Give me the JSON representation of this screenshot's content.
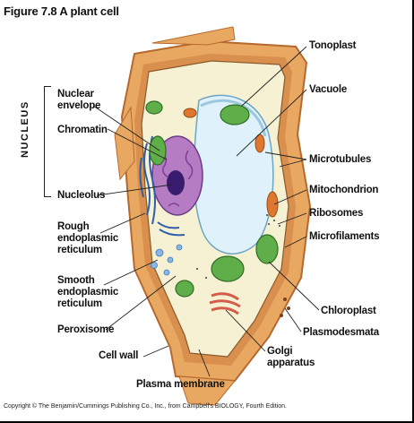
{
  "figure": {
    "title": "Figure 7.8  A plant cell",
    "credit": "Copyright © The Benjamin/Cummings Publishing Co., Inc., from Campbell's BIOLOGY, Fourth Edition."
  },
  "nucleus_group_label": "NUCLEUS",
  "labels": {
    "left": [
      "Nuclear\nenvelope",
      "Chromatin",
      "Nucleolus",
      "Rough\nendoplasmic\nreticulum",
      "Smooth\nendoplasmic\nreticulum",
      "Peroxisome",
      "Cell wall",
      "Plasma membrane"
    ],
    "right": [
      "Tonoplast",
      "Vacuole",
      "Microtubules",
      "Mitochondrion",
      "Ribosomes",
      "Microfilaments",
      "Chloroplast",
      "Plasmodesmata",
      "Golgi\napparatus"
    ]
  },
  "colors": {
    "cell_wall": "#e8a861",
    "cell_wall_dark": "#c97a3a",
    "cytoplasm": "#f7f1d3",
    "vacuole": "#dff1fa",
    "nucleus": "#b57cc4",
    "nucleolus": "#3a1c6e",
    "chloroplast": "#5fae4a",
    "mitochondrion": "#e0772e",
    "rough_er": "#2f5fa8"
  }
}
